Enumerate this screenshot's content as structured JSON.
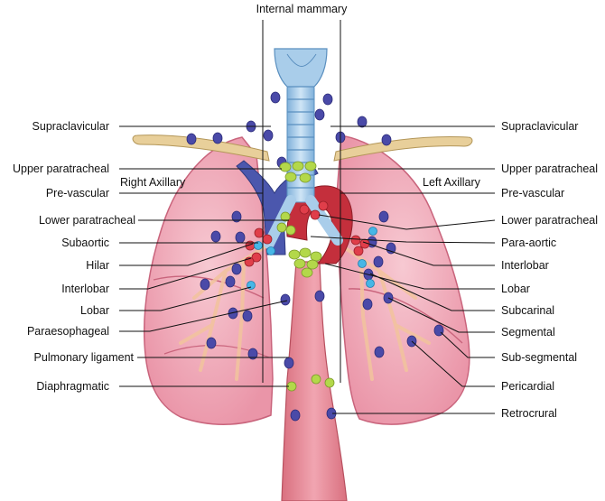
{
  "title": "Internal mammary",
  "side_labels": {
    "right": "Right Axillary",
    "left": "Left Axillary"
  },
  "left_labels": [
    "Supraclavicular",
    "Upper paratracheal",
    "Pre-vascular",
    "Lower paratracheal",
    "Subaortic",
    "Hilar",
    "Interlobar",
    "Lobar",
    "Paraesophageal",
    "Pulmonary ligament",
    "Diaphragmatic"
  ],
  "right_labels": [
    "Supraclavicular",
    "Upper paratracheal",
    "Pre-vascular",
    "Lower paratracheal",
    "Para-aortic",
    "Interlobar",
    "Lobar",
    "Subcarinal",
    "Segmental",
    "Sub-segmental",
    "Pericardial",
    "Retrocrural"
  ],
  "colors": {
    "lung": "#f0a6b6",
    "lung_edge": "#c9647c",
    "trachea": "#a9cdea",
    "airway": "#f3c6a6",
    "esophagus": "#e58494",
    "aorta": "#c42f3c",
    "vena_cava": "#4b57ad",
    "clavicle": "#e8cf9a",
    "node_blue": "#4a4aa8",
    "node_green": "#b3d84a",
    "node_red": "#e03e4a",
    "node_cyan": "#47b6e6"
  }
}
